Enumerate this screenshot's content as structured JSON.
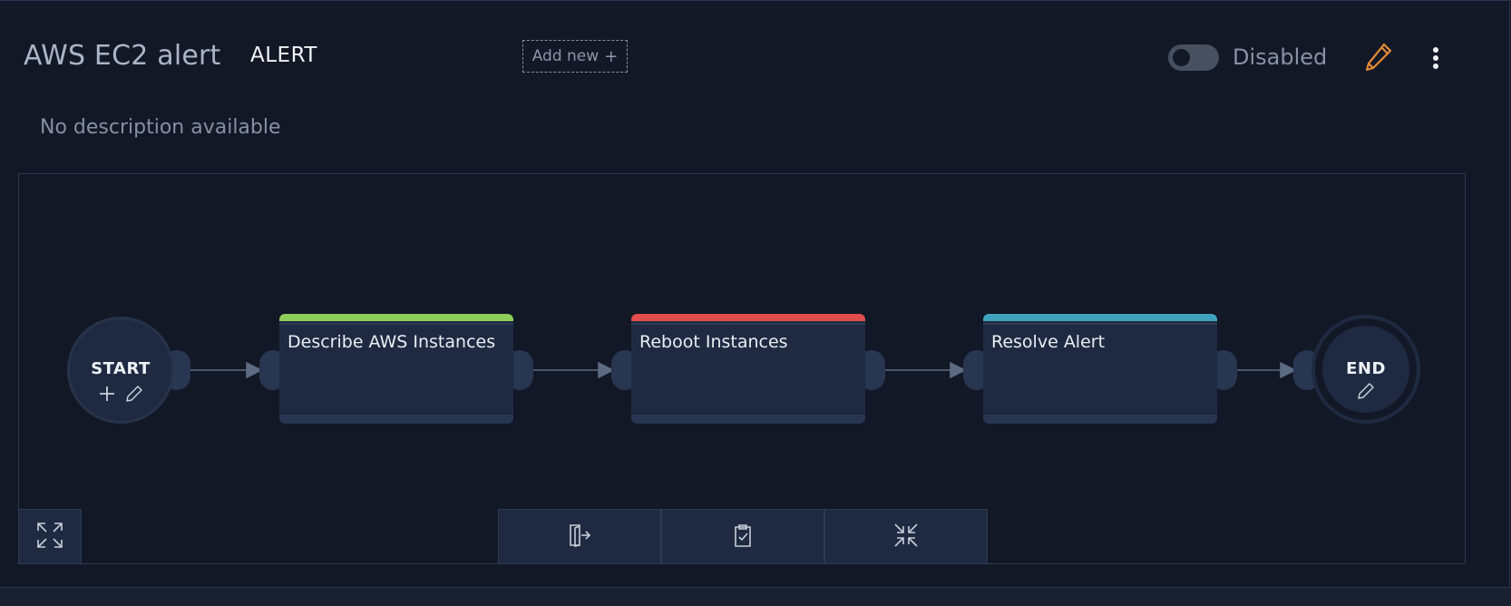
{
  "header": {
    "title": "AWS EC2 alert",
    "badge": "ALERT",
    "add_new_label": "Add new",
    "toggle_label": "Disabled"
  },
  "description": "No description available",
  "flow": {
    "start_label": "START",
    "end_label": "END",
    "tasks": [
      {
        "title": "Describe AWS Instances",
        "color": "#8ecd5a"
      },
      {
        "title": "Reboot Instances",
        "color": "#e14c4c"
      },
      {
        "title": "Resolve Alert",
        "color": "#3fa3bd"
      }
    ]
  },
  "colors": {
    "background": "#131826",
    "node": "#1f2a42",
    "accent_edit": "#e58a37"
  },
  "toolbar": {
    "fit_icon": "expand-icon",
    "buttons": [
      "exit-icon",
      "clipboard-check-icon",
      "collapse-icon"
    ]
  }
}
